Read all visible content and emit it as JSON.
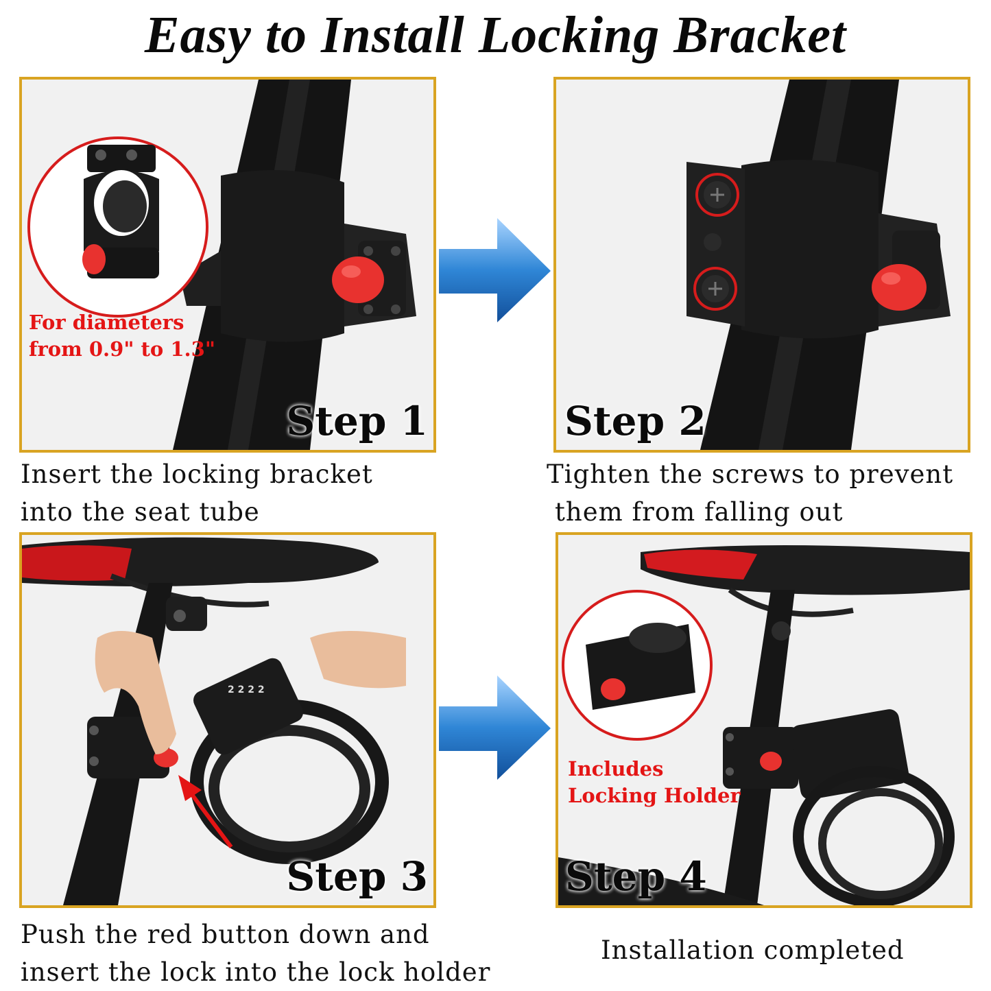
{
  "title": "Easy to Install Locking Bracket",
  "steps": [
    {
      "label": "Step 1",
      "caption_line1": "Insert the locking bracket",
      "caption_line2": "into the seat tube",
      "callout_line1": "For diameters",
      "callout_line2": "from 0.9\" to 1.3\""
    },
    {
      "label": "Step 2",
      "caption_line1": "Tighten the screws to prevent",
      "caption_line2": "them from falling out"
    },
    {
      "label": "Step 3",
      "caption_line1": "Push the red button down and",
      "caption_line2": "insert the lock into the lock holder"
    },
    {
      "label": "Step 4",
      "caption_line1": "Installation completed",
      "callout_line1": "Includes",
      "callout_line2": "Locking Holder"
    }
  ],
  "colors": {
    "frame": "#d9a422",
    "button_red": "#e8322f",
    "callout_red": "#e41515",
    "arrow_blue": "#2f86d6"
  },
  "icons": [
    "right-arrow-icon",
    "red-arrow-icon"
  ]
}
